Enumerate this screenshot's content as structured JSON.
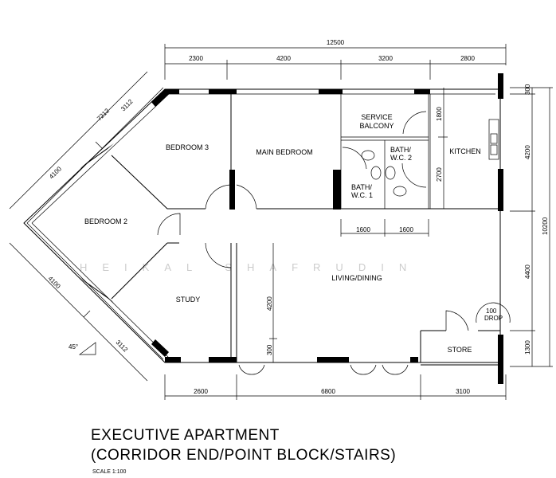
{
  "rooms": {
    "bedroom3": "BEDROOM 3",
    "main_bedroom": "MAIN BEDROOM",
    "service_balcony_1": "SERVICE",
    "service_balcony_2": "BALCONY",
    "kitchen": "KITCHEN",
    "bath2_1": "BATH/",
    "bath2_2": "W.C. 2",
    "bath1_1": "BATH/",
    "bath1_2": "W.C. 1",
    "bedroom2": "BEDROOM 2",
    "living": "LIVING/DINING",
    "study": "STUDY",
    "store": "STORE",
    "drop_1": "100",
    "drop_2": "DROP"
  },
  "dimensions": {
    "total_width": "12500",
    "top": [
      "2300",
      "4200",
      "3200",
      "2800"
    ],
    "bottom": [
      "2600",
      "6800",
      "3100"
    ],
    "right_total": "10200",
    "right": [
      "300",
      "4200",
      "4400",
      "1300"
    ],
    "kitchen_side": [
      "1800",
      "2700"
    ],
    "baths": [
      "1600",
      "1600"
    ],
    "study_side": [
      "4200",
      "300"
    ],
    "diag_top_total": "7212",
    "diag_top": [
      "3112",
      "4100"
    ],
    "diag_bottom": [
      "4100",
      "3112"
    ],
    "angle": "45°"
  },
  "watermark": "HEIKAL SHAFRUDIN",
  "title": {
    "line1": "EXECUTIVE APARTMENT",
    "line2": "(CORRIDOR END/POINT BLOCK/STAIRS)",
    "scale": "SCALE   1:100"
  }
}
